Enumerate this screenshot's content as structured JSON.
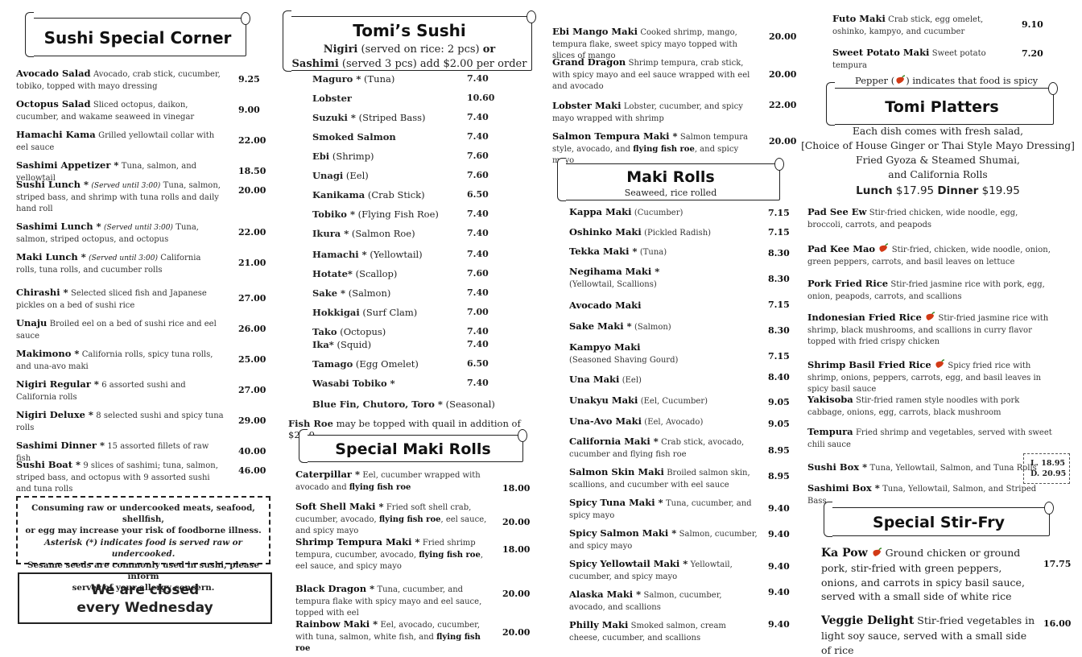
{
  "col1": {
    "banner_title": "Sushi Special Corner",
    "items": [
      {
        "name": "Avocado Salad",
        "desc": "Avocado, crab stick, cucumber, tobiko, topped with mayo dressing",
        "price": "9.25"
      },
      {
        "name": "Octopus Salad",
        "desc": "Sliced octopus, daikon, cucumber, and wakame seaweed in vinegar",
        "price": "9.00"
      },
      {
        "name": "Hamachi Kama",
        "desc": "Grilled yellowtail collar with eel sauce",
        "price": "22.00"
      },
      {
        "name": "Sashimi Appetizer *",
        "desc": "Tuna, salmon, and yellowtail",
        "price": "18.50"
      },
      {
        "name": "Sushi Lunch *",
        "note": "(Served until 3:00)",
        "desc": "Tuna, salmon, striped bass, and shrimp with tuna rolls and daily hand roll",
        "price": "20.00"
      },
      {
        "name": "Sashimi Lunch *",
        "note": "(Served until 3:00)",
        "desc": "Tuna, salmon, striped octopus, and octopus",
        "price": "22.00"
      },
      {
        "name": "Maki Lunch *",
        "note": "(Served until 3:00)",
        "desc": "California rolls, tuna rolls, and cucumber rolls",
        "price": "21.00"
      },
      {
        "name": "Chirashi *",
        "desc": "Selected sliced fish and Japanese pickles on a bed of sushi rice",
        "price": "27.00"
      },
      {
        "name": "Unaju",
        "desc": "Broiled eel on a bed of sushi rice and eel sauce",
        "price": "26.00"
      },
      {
        "name": "Makimono *",
        "desc": "California rolls, spicy tuna rolls, and una-avo maki",
        "price": "25.00"
      },
      {
        "name": "Nigiri Regular *",
        "desc": "6 assorted sushi and California rolls",
        "price": "27.00"
      },
      {
        "name": "Nigiri Deluxe *",
        "desc": "8 selected sushi and spicy tuna rolls",
        "price": "29.00"
      },
      {
        "name": "Sashimi Dinner *",
        "desc": "15 assorted fillets of raw fish",
        "price": "40.00"
      },
      {
        "name": "Sushi Boat *",
        "desc": "9 slices of sashimi; tuna, salmon, striped bass, and octopus with 9 assorted sushi and tuna rolls",
        "price": "46.00"
      }
    ],
    "warning": {
      "line1": "Consuming raw or undercooked meats, seafood, shellfish,",
      "line2": "or egg may increase your risk of foodborne illness.",
      "line3": "Asterisk (*) indicates food is served raw or undercooked.",
      "line4": "Sesame seeds are commonly used in sushi, please inform",
      "line5": "server of your allergy concern."
    },
    "closed_line1": "We are closed",
    "closed_line2": "every Wednesday"
  },
  "col2": {
    "banner_title": "Tomi’s Sushi",
    "sub1_a": "Nigiri",
    "sub1_b": " (served on rice: 2 pcs) ",
    "sub1_c": "or",
    "sub2_a": "Sashimi",
    "sub2_b": " (served 3 pcs) add $2.00 per order",
    "nigiri": [
      {
        "name": "Maguro *",
        "sub": "(Tuna)",
        "price": "7.40"
      },
      {
        "name": "Lobster",
        "sub": "",
        "price": "10.60"
      },
      {
        "name": "Suzuki *",
        "sub": "(Striped Bass)",
        "price": "7.40"
      },
      {
        "name": "Smoked Salmon",
        "sub": "",
        "price": "7.40"
      },
      {
        "name": "Ebi",
        "sub": "(Shrimp)",
        "price": "7.60"
      },
      {
        "name": "Unagi",
        "sub": "(Eel)",
        "price": "7.60"
      },
      {
        "name": "Kanikama",
        "sub": "(Crab Stick)",
        "price": "6.50"
      },
      {
        "name": "Tobiko *",
        "sub": "(Flying Fish Roe)",
        "price": "7.40"
      },
      {
        "name": "Ikura *",
        "sub": "(Salmon Roe)",
        "price": "7.40"
      },
      {
        "name": "Hamachi *",
        "sub": "(Yellowtail)",
        "price": "7.40"
      },
      {
        "name": "Hotate*",
        "sub": "(Scallop)",
        "price": "7.60"
      },
      {
        "name": "Sake *",
        "sub": "(Salmon)",
        "price": "7.40"
      },
      {
        "name": "Hokkigai",
        "sub": "(Surf Clam)",
        "price": "7.00"
      },
      {
        "name": "Tako",
        "sub": "(Octopus)",
        "price": "7.40"
      },
      {
        "name": "Ika*",
        "sub": "(Squid)",
        "price": "7.40"
      },
      {
        "name": "Tamago",
        "sub": "(Egg Omelet)",
        "price": "6.50"
      },
      {
        "name": "Wasabi Tobiko *",
        "sub": "",
        "price": "7.40"
      },
      {
        "name": "Blue Fin, Chutoro, Toro *",
        "sub": "(Seasonal)",
        "price": ""
      }
    ],
    "fish_roe_a": "Fish Roe",
    "fish_roe_b": " may be topped with quail in addition of  $2.50",
    "special_title": "Special Maki Rolls",
    "special": [
      {
        "name": "Caterpillar *",
        "desc": "Eel, cucumber wrapped with avocado and ",
        "bold": "flying fish roe",
        "tail": "",
        "price": "18.00"
      },
      {
        "name": "Soft Shell Maki *",
        "desc": "Fried soft shell crab, cucumber, avocado, ",
        "bold": "flying fish roe",
        "tail": ", eel sauce, and spicy mayo",
        "price": "20.00"
      },
      {
        "name": "Shrimp Tempura Maki *",
        "desc": "Fried shrimp tempura, cucumber, avocado, ",
        "bold": "flying fish roe",
        "tail": ", eel sauce, and spicy mayo",
        "price": "18.00"
      },
      {
        "name": "Black Dragon *",
        "desc": "Tuna, cucumber, and tempura flake with spicy mayo and eel sauce, topped with eel",
        "bold": "",
        "tail": "",
        "price": "20.00"
      },
      {
        "name": "Rainbow Maki *",
        "desc": "Eel, avocado, cucumber, with tuna, salmon, white fish, and ",
        "bold": "flying fish roe",
        "tail": "",
        "price": "20.00"
      }
    ]
  },
  "col3": {
    "top": [
      {
        "name": "Ebi Mango Maki",
        "desc": "Cooked shrimp, mango, tempura flake, sweet spicy mayo topped with slices of mango",
        "price": "20.00"
      },
      {
        "name": "Grand Dragon",
        "desc": "Shrimp tempura, crab stick, with spicy mayo and eel sauce  wrapped with eel and avocado",
        "price": "20.00"
      },
      {
        "name": "Lobster Maki",
        "desc": "Lobster, cucumber, and spicy mayo wrapped with shrimp",
        "price": "22.00"
      },
      {
        "name": "Salmon Tempura Maki *",
        "desc": "Salmon tempura style, avocado, and ",
        "bold": "flying fish roe",
        "tail": ", and spicy mayo",
        "price": "20.00"
      }
    ],
    "maki_title": "Maki Rolls",
    "maki_sub": "Seaweed, rice rolled",
    "maki": [
      {
        "name": "Kappa Maki",
        "sub": "(Cucumber)",
        "price": "7.15"
      },
      {
        "name": "Oshinko Maki",
        "sub": "(Pickled Radish)",
        "price": "7.15"
      },
      {
        "name": "Tekka Maki *",
        "sub": "(Tuna)",
        "price": "8.30"
      },
      {
        "name": "Negihama Maki *",
        "sub": "(Yellowtail, Scallions)",
        "price": "8.30"
      },
      {
        "name": "Avocado Maki",
        "sub": "",
        "price": "7.15"
      },
      {
        "name": "Sake Maki *",
        "sub": "(Salmon)",
        "price": "8.30"
      },
      {
        "name": "Kampyo Maki",
        "sub": "(Seasoned Shaving Gourd)",
        "price": "7.15"
      },
      {
        "name": "Una Maki",
        "sub": "(Eel)",
        "price": "8.40"
      },
      {
        "name": "Unakyu Maki",
        "sub": "(Eel, Cucumber)",
        "price": "9.05"
      },
      {
        "name": "Una-Avo Maki",
        "sub": "(Eel, Avocado)",
        "price": "9.05"
      },
      {
        "name": "California Maki *",
        "sub": "Crab stick, avocado, cucumber and flying fish roe",
        "price": "8.95"
      },
      {
        "name": "Salmon Skin Maki",
        "sub": "Broiled salmon skin, scallions, and cucumber with eel sauce",
        "price": "8.95"
      },
      {
        "name": "Spicy Tuna Maki *",
        "sub": "Tuna, cucumber, and spicy mayo",
        "price": "9.40"
      },
      {
        "name": "Spicy Salmon Maki *",
        "sub": "Salmon, cucumber, and spicy mayo",
        "price": "9.40"
      },
      {
        "name": "Spicy Yellowtail Maki *",
        "sub": "Yellowtail, cucumber, and spicy mayo",
        "price": "9.40"
      },
      {
        "name": "Alaska Maki *",
        "sub": "Salmon, cucumber, avocado, and scallions",
        "price": "9.40"
      },
      {
        "name": "Philly Maki",
        "sub": "Smoked salmon, cream cheese, cucumber, and scallions",
        "price": "9.40"
      }
    ]
  },
  "col4": {
    "top": [
      {
        "name": "Futo Maki",
        "desc": "Crab stick, egg omelet, oshinko, kampyo, and cucumber",
        "price": "9.10"
      },
      {
        "name": "Sweet Potato Maki",
        "desc": "Sweet potato tempura",
        "price": "7.20"
      }
    ],
    "pepper_a": "Pepper (",
    "pepper_b": ") indicates that food is spicy",
    "platters_title": "Tomi Platters",
    "platters_l1": "Each dish comes with fresh salad,",
    "platters_l2": "[Choice of  House Ginger or Thai Style Mayo Dressing]",
    "platters_l3": "Fried Gyoza  & Steamed Shumai,",
    "platters_l4": "and California Rolls",
    "lunch_label": "Lunch",
    "lunch_price": " $17.95 ",
    "dinner_label": "Dinner",
    "dinner_price": " $19.95",
    "platters": [
      {
        "name": "Pad See Ew",
        "desc": "Stir-fried chicken, wide noodle, egg, broccoli, carrots, and peapods",
        "spicy": false
      },
      {
        "name": "Pad Kee Mao",
        "desc": "Stir-fried, chicken, wide noodle, onion, green peppers, carrots, and basil leaves on lettuce",
        "spicy": true
      },
      {
        "name": "Pork Fried Rice",
        "desc": "Stir-fried jasmine rice with pork, egg, onion, peapods, carrots, and scallions",
        "spicy": false
      },
      {
        "name": "Indonesian Fried Rice",
        "desc": "Stir-fried jasmine rice with shrimp, black mushrooms, and scallions in curry flavor topped with fried crispy chicken",
        "spicy": true
      },
      {
        "name": "Shrimp Basil Fried Rice",
        "desc": "Spicy fried rice with shrimp, onions, peppers, carrots, egg, and basil leaves in spicy basil sauce",
        "spicy": true
      },
      {
        "name": "Yakisoba",
        "desc": "Stir-fried ramen style noodles with pork cabbage, onions, egg, carrots, black mushroom",
        "spicy": false
      },
      {
        "name": "Tempura",
        "desc": "Fried shrimp and vegetables, served with sweet chili sauce",
        "spicy": false
      },
      {
        "name": "Sushi Box *",
        "desc": "Tuna, Yellowtail, Salmon, and Tuna Rolls",
        "spicy": false
      },
      {
        "name": "Sashimi Box *",
        "desc": "Tuna, Yellowtail, Salmon, and Striped Bass",
        "spicy": false
      }
    ],
    "box_price_l": "L. 18.95",
    "box_price_d": "D. 20.95",
    "stirfry_title": "Special Stir-Fry",
    "stirfry": [
      {
        "name": "Ka Pow",
        "desc": "Ground chicken or ground pork, stir-fried with green peppers, onions, and carrots in spicy basil sauce, served with a small side of white rice",
        "price": "17.75"
      },
      {
        "name": "Veggie Delight",
        "desc": "Stir-fried vegetables in light soy sauce, served with a small side of rice",
        "price": "16.00"
      }
    ]
  }
}
